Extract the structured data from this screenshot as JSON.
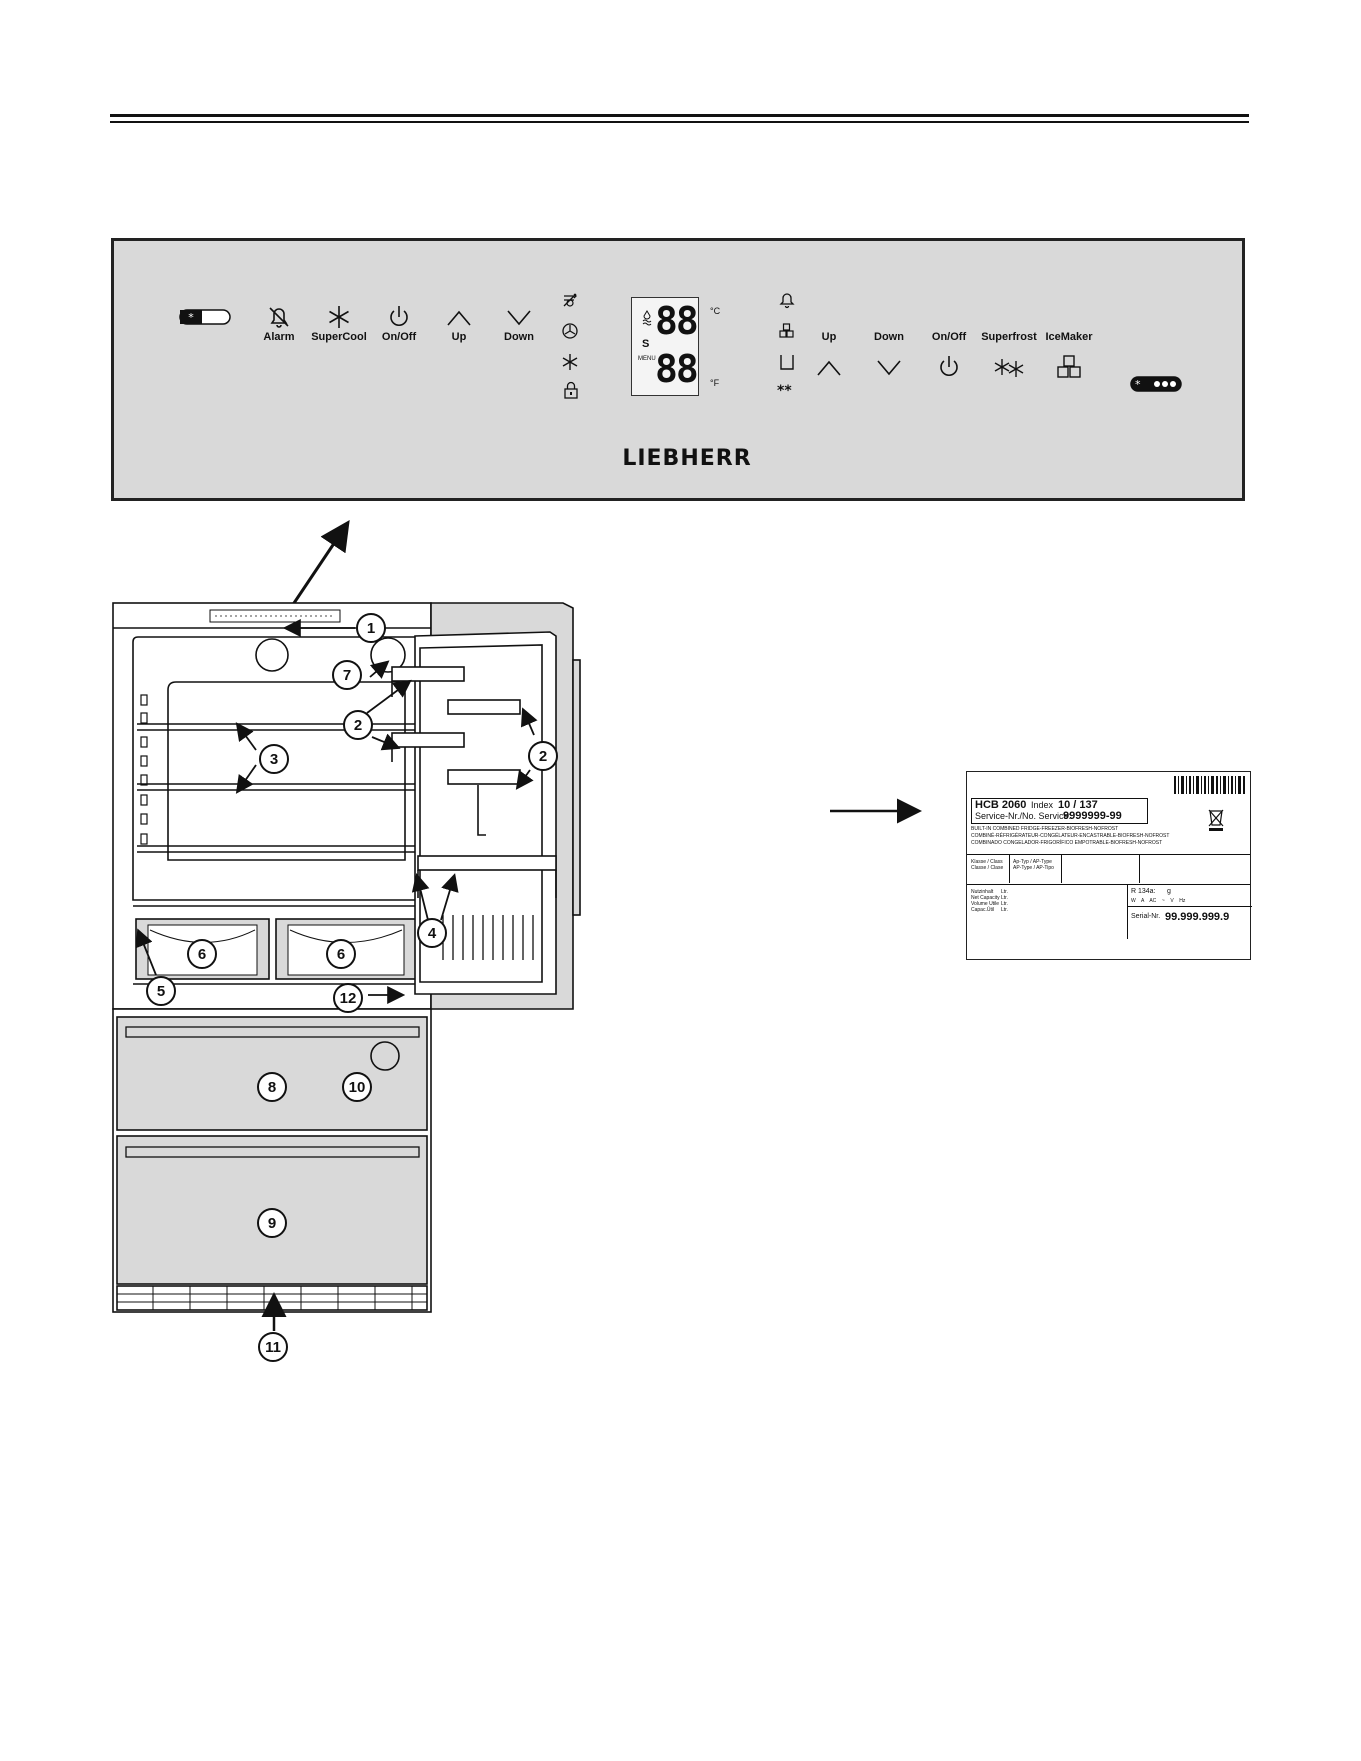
{
  "control_panel": {
    "left_buttons": [
      {
        "label": "Alarm",
        "icon": "alarm-off-bell-icon"
      },
      {
        "label": "SuperCool",
        "icon": "supercool-snowflake-icon"
      },
      {
        "label": "On/Off",
        "icon": "power-icon"
      },
      {
        "label": "Up",
        "icon": "chevron-up-icon"
      },
      {
        "label": "Down",
        "icon": "chevron-down-icon"
      }
    ],
    "right_buttons": [
      {
        "label": "Up",
        "icon": "chevron-up-icon"
      },
      {
        "label": "Down",
        "icon": "chevron-down-icon"
      },
      {
        "label": "On/Off",
        "icon": "power-icon"
      },
      {
        "label": "Superfrost",
        "icon": "superfrost-icon"
      },
      {
        "label": "IceMaker",
        "icon": "ice-cubes-icon"
      }
    ],
    "display": {
      "upper_digits": "88",
      "lower_digits": "88",
      "unit_c": "°C",
      "unit_f": "°F",
      "s_label": "S",
      "menu_label": "MENU"
    },
    "brand": "LIEBHERR"
  },
  "callouts": [
    "1",
    "2",
    "2",
    "3",
    "4",
    "5",
    "6",
    "6",
    "7",
    "8",
    "9",
    "10",
    "11",
    "12"
  ],
  "rating_plate": {
    "model": "HCB 2060",
    "index_label": "Index",
    "index_value": "10 / 137",
    "service_label": "Service-Nr./No. Service:",
    "service_value": "9999999-99",
    "desc_lines": [
      "BUILT-IN COMBINED FRIDGE-FREEZER-BIOFRESH-NOFROST",
      "COMBINÉ-RÉFRIGÉRATEUR-CONGÉLATEUR-ENCASTRABLE-BIOFRESH-NOFROST",
      "COMBINADO CONGELADOR-FRIGORÍFICO EMPOTRABLE-BIOFRESH-NOFROST"
    ],
    "klasse_label": "Klasse / Class\nClasse / Clase",
    "type_label": "Ap-Typ / AP-Type\nAP-Type / AP-Tipo",
    "rows": [
      {
        "label": "Nutzinhalt",
        "unit": "Ltr."
      },
      {
        "label": "Net Capacity",
        "unit": "Ltr."
      },
      {
        "label": "Volume Utile",
        "unit": "Ltr."
      },
      {
        "label": "Capac.Útil",
        "unit": "Ltr."
      }
    ],
    "refrigerant": "R 134a:",
    "refrigerant_unit": "g",
    "electric": "W    A    AC    ~    V    Hz",
    "serial_label": "Serial-Nr.",
    "serial_value": "99.999.999.9"
  }
}
